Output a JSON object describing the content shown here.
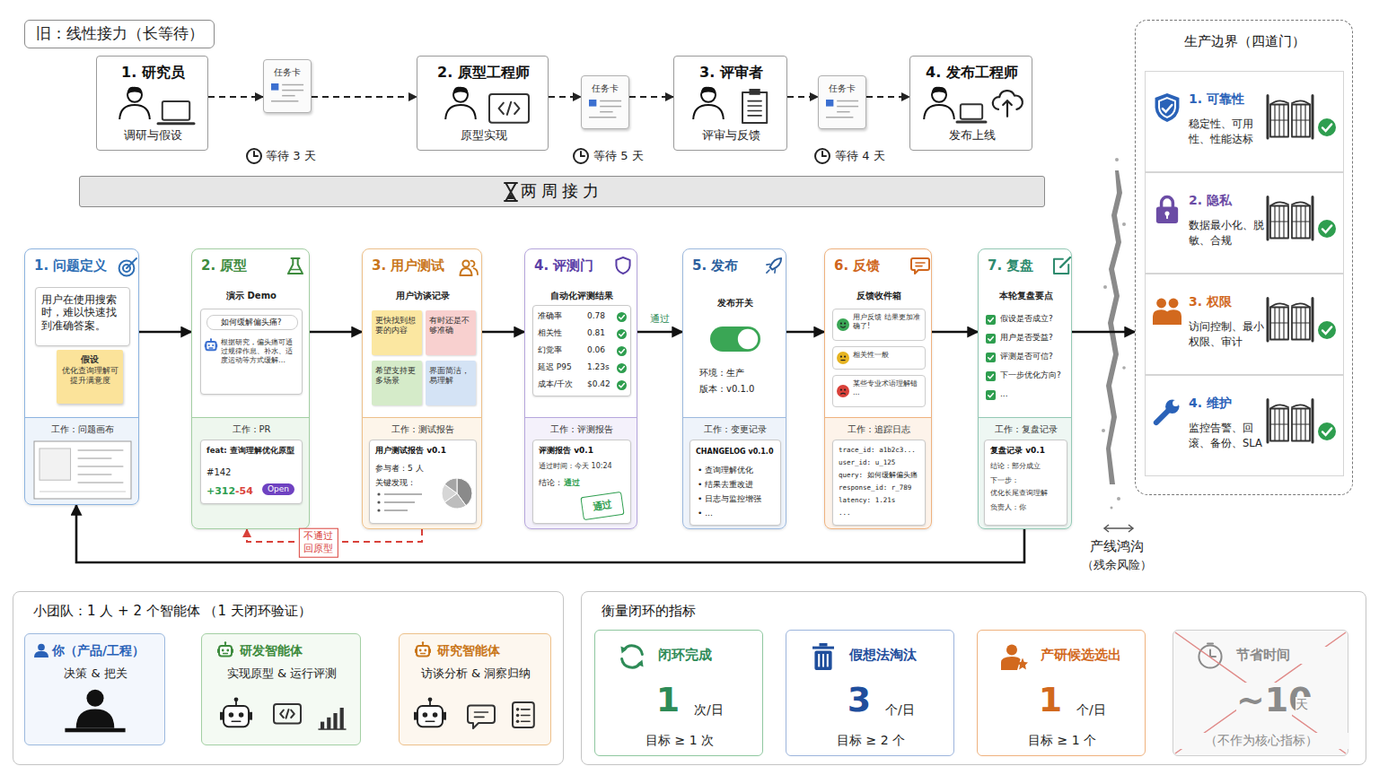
{
  "diagram": {
    "nodes": [
      {
        "text": [
          "旧：线性接力（长等待）"
        ]
      },
      {
        "text": [
          "1. 研究员",
          "调研与假设"
        ]
      },
      {
        "text": [
          "任务卡"
        ]
      },
      {
        "text": [
          "2. 原型工程师",
          "原型实现"
        ]
      },
      {
        "text": [
          "任务卡"
        ]
      },
      {
        "text": [
          "3. 评审者",
          "评审与反馈"
        ]
      },
      {
        "text": [
          "任务卡"
        ]
      },
      {
        "text": [
          "4. 发布工程师",
          "发布上线"
        ]
      },
      {
        "text": [
          "两周接力"
        ]
      },
      {
        "text": [
          "1. 问题定义",
          "工作：问题画布"
        ]
      },
      {
        "text": [
          "用户在使用搜索时，难以快速找到准确答案。"
        ],
        "in": 9
      },
      {
        "text": [
          "假设",
          "优化查询理解可提升满意度"
        ],
        "in": 9
      },
      {
        "text": [
          "2. 原型",
          "演示 Demo",
          "工作：PR"
        ]
      },
      {
        "text": [
          "如何缓解偏头痛?",
          "根据研究，偏头痛可通过规律作息、补水、适度运动等方式缓解…"
        ],
        "in": 12
      },
      {
        "text": [
          "feat: 查询理解优化原型",
          "#142",
          "+312",
          "-54",
          "Open"
        ],
        "in": 12
      },
      {
        "text": [
          "3. 用户测试",
          "用户访谈记录",
          "工作：测试报告"
        ]
      },
      {
        "text": [
          "更快找到想要的内容"
        ],
        "in": 15
      },
      {
        "text": [
          "有时还是不够准确"
        ],
        "in": 15
      },
      {
        "text": [
          "希望支持更多场景"
        ],
        "in": 15
      },
      {
        "text": [
          "界面简洁，易理解"
        ],
        "in": 15
      },
      {
        "text": [
          "用户测试报告 v0.1",
          "参与者：5 人",
          "关键发现："
        ],
        "in": 15
      },
      {
        "text": [
          "4. 评测门",
          "自动化评测结果",
          "工作：评测报告"
        ]
      },
      {
        "text": [
          "准确率",
          "0.78",
          "相关性",
          "0.81",
          "幻觉率",
          "0.06",
          "延迟 P95",
          "1.23s",
          "成本/千次",
          "$0.42"
        ],
        "in": 21
      },
      {
        "text": [
          "评测报告 v0.1",
          "通过时间：今天 10:24",
          "结论：",
          "通过"
        ],
        "in": 21
      },
      {
        "text": [
          "通过"
        ],
        "in": 23
      },
      {
        "text": [
          "5. 发布",
          "发布开关",
          "环境：生产",
          "版本：v0.1.0",
          "工作：变更记录"
        ]
      },
      {
        "text": [
          "CHANGELOG v0.1.0",
          "• 查询理解优化",
          "• 结果去重改进",
          "• 日志与监控增强",
          "• ..."
        ],
        "in": 25
      },
      {
        "text": [
          "6. 反馈",
          "反馈收件箱",
          "工作：追踪日志"
        ]
      },
      {
        "text": [
          "用户反馈 结果更加准确了!"
        ],
        "in": 27
      },
      {
        "text": [
          "相关性一般"
        ],
        "in": 27
      },
      {
        "text": [
          "某些专业术语理解错 ..."
        ],
        "in": 27
      },
      {
        "text": [
          "trace_id: a1b2c3...",
          "user_id: u_125",
          "query: 如何缓解偏头痛",
          "response_id: r_789",
          "latency: 1.21s",
          "..."
        ],
        "in": 27
      },
      {
        "text": [
          "7. 复盘",
          "本轮复盘要点",
          "假设是否成立?",
          "用户是否受益?",
          "评测是否可信?",
          "下一步优化方向?",
          "...",
          "工作：复盘记录"
        ]
      },
      {
        "text": [
          "复盘记录 v0.1",
          "结论：部分成立",
          "下一步：",
          "优化长尾查询理解",
          "负责人：你"
        ],
        "in": 32
      },
      {
        "text": [
          "生产边界（四道门）"
        ]
      },
      {
        "text": [
          "1. 可靠性",
          "稳定性、可用性、性能达标"
        ],
        "in": 34
      },
      {
        "text": [
          "2. 隐私",
          "数据最小化、脱敏、合规"
        ],
        "in": 34
      },
      {
        "text": [
          "3. 权限",
          "访问控制、最小权限、审计"
        ],
        "in": 34
      },
      {
        "text": [
          "4. 维护",
          "监控告警、回滚、备份、SLA"
        ],
        "in": 34
      },
      {
        "text": [
          "小团队：1 人 + 2 个智能体 （1 天闭环验证）"
        ]
      },
      {
        "text": [
          "你（产品/工程）",
          "决策 & 把关"
        ],
        "in": 39
      },
      {
        "text": [
          "研发智能体",
          "实现原型 & 运行评测"
        ],
        "in": 39
      },
      {
        "text": [
          "研究智能体",
          "访谈分析 & 洞察归纳"
        ],
        "in": 39
      },
      {
        "text": [
          "衡量闭环的指标"
        ]
      },
      {
        "text": [
          "闭环完成",
          "1",
          "次/日",
          "目标 ≥ 1 次"
        ],
        "in": 43
      },
      {
        "text": [
          "假想法淘汰",
          "3",
          "个/日",
          "目标 ≥ 2 个"
        ],
        "in": 43
      },
      {
        "text": [
          "产研候选选出",
          "1",
          "个/日",
          "目标 ≥ 1 个"
        ],
        "in": 43
      },
      {
        "text": [
          "节省时间",
          "~10",
          "天",
          "（不作为核心指标）"
        ],
        "in": 43
      }
    ],
    "edges": [
      {
        "from": 1,
        "to": 2,
        "arrow": "to"
      },
      {
        "from": 2,
        "to": 3,
        "arrow": "to"
      },
      {
        "from": 3,
        "to": 4,
        "arrow": "to"
      },
      {
        "from": 4,
        "to": 5,
        "arrow": "to"
      },
      {
        "from": 5,
        "to": 6,
        "arrow": "to"
      },
      {
        "from": 6,
        "to": 7,
        "arrow": "to"
      },
      {
        "from": 9,
        "to": 12,
        "arrow": "to"
      },
      {
        "from": 12,
        "to": 15,
        "arrow": "to"
      },
      {
        "from": 15,
        "to": 21,
        "arrow": "to"
      },
      {
        "from": 21,
        "to": 25,
        "label": "通过",
        "arrow": "to"
      },
      {
        "from": 25,
        "to": 27,
        "arrow": "to"
      },
      {
        "from": 27,
        "to": 32,
        "arrow": "to"
      },
      {
        "from": 32,
        "to": 34,
        "arrow": "to"
      },
      {
        "from": 15,
        "to": 12,
        "label": "不通过 回原型",
        "arrow": "to"
      },
      {
        "from": 32,
        "to": 9,
        "arrow": "to"
      },
      {
        "from": 40,
        "to": 41,
        "arrow": "none"
      },
      {
        "from": 41,
        "to": 42,
        "arrow": "none"
      }
    ],
    "labels": [
      "等待 3 天",
      "等待 5 天",
      "等待 4 天",
      "产线鸿沟",
      "（残余风险）"
    ]
  }
}
